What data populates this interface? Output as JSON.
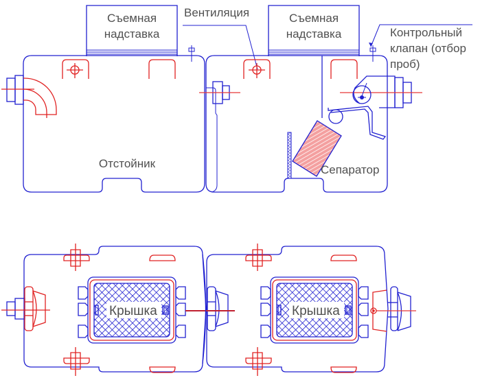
{
  "diagram": {
    "title": "",
    "colors": {
      "outline": "#2020d0",
      "accent": "#e02020",
      "text": "#505050"
    },
    "side_view": {
      "labels": {
        "extension_left": [
          "Съемная",
          "надставка"
        ],
        "extension_right": [
          "Съемная",
          "надставка"
        ],
        "ventilation": "Вентиляция",
        "control_valve": [
          "Контрольный",
          "клапан (отбор",
          "проб)"
        ],
        "settler": "Отстойник",
        "separator": "Сепаратор"
      }
    },
    "top_view": {
      "labels": {
        "lid_left": "Крышка",
        "lid_right": "Крышка"
      }
    }
  }
}
